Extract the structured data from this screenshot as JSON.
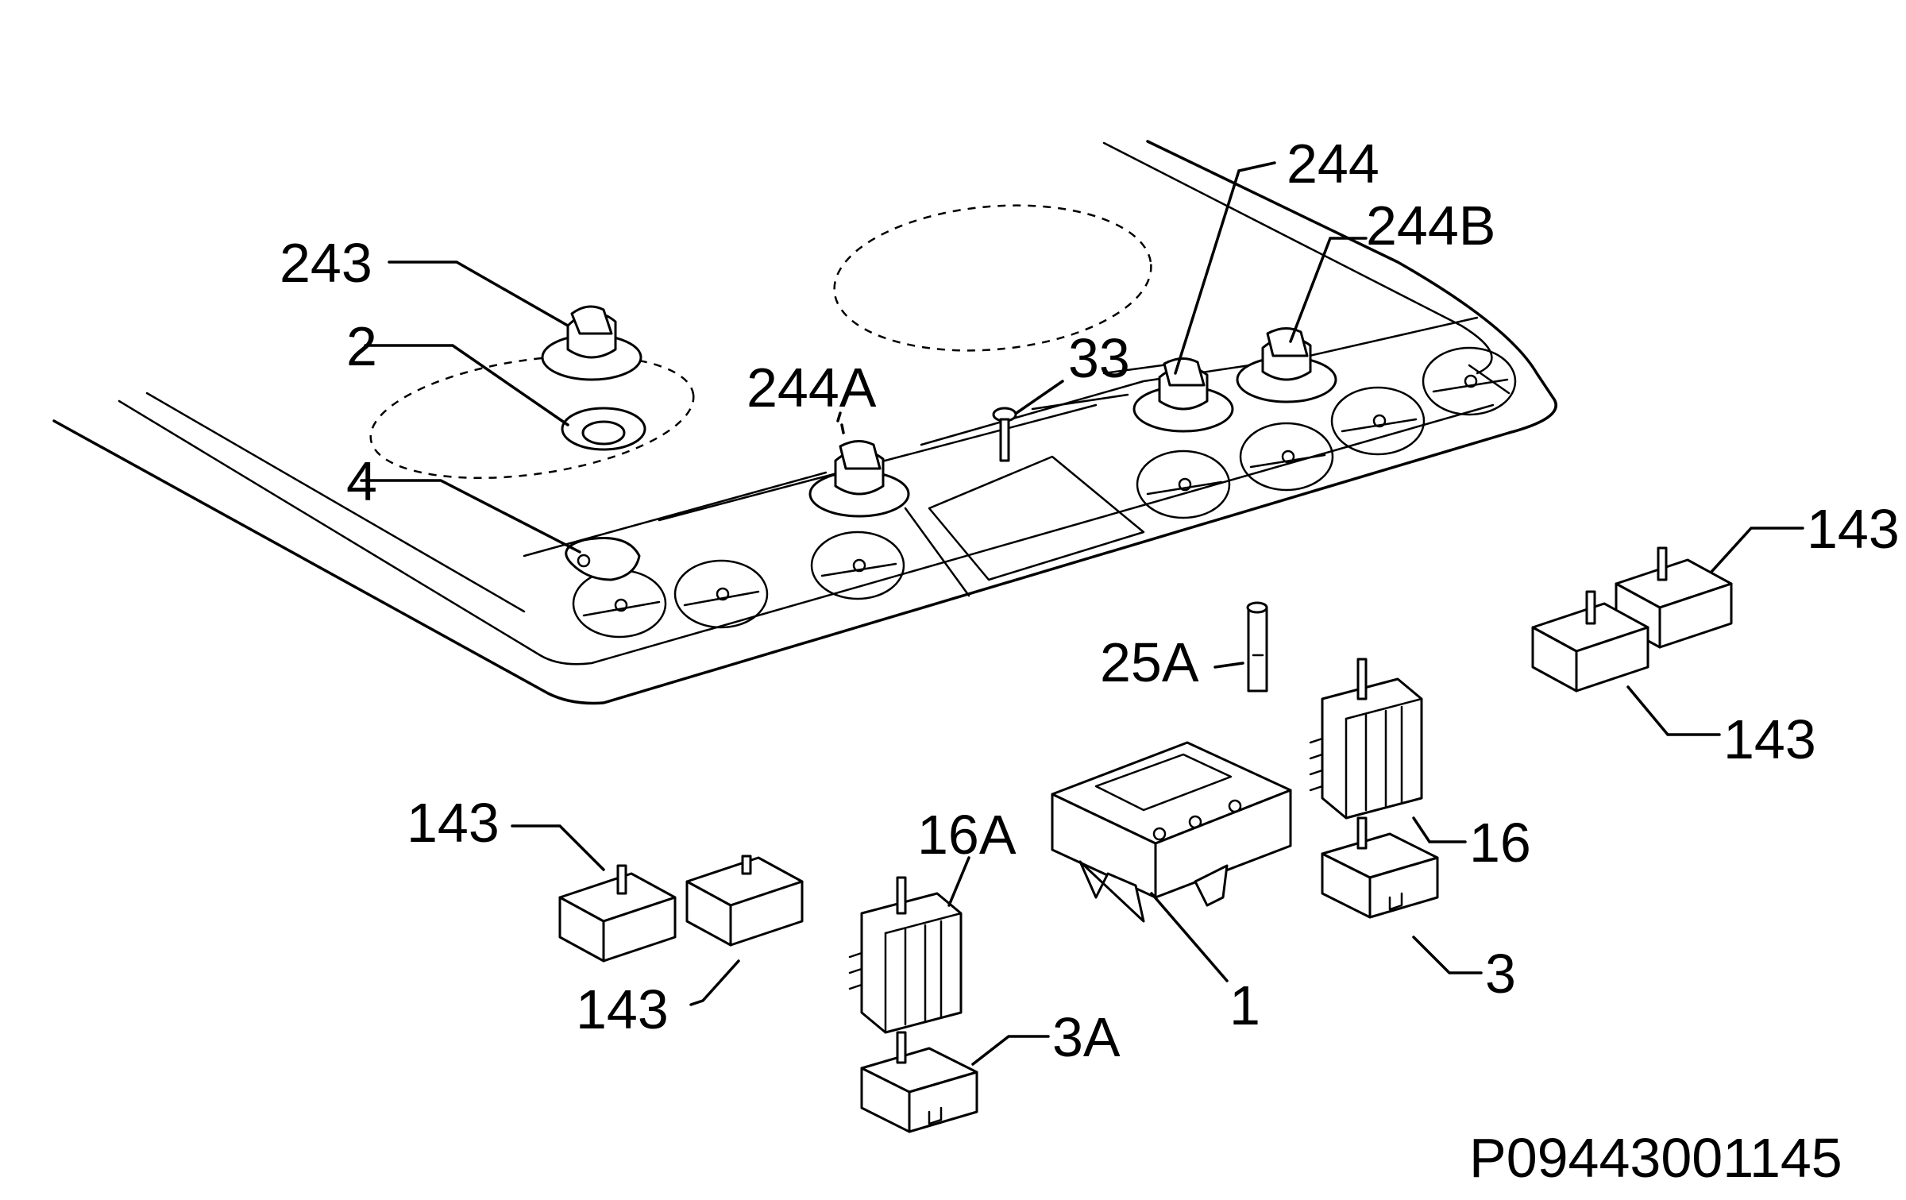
{
  "diagram": {
    "code": "P09443001145",
    "labels": {
      "l243": "243",
      "l2": "2",
      "l4": "4",
      "l244A": "244A",
      "l33": "33",
      "l244": "244",
      "l244B": "244B",
      "l25A": "25A",
      "l143_right_top": "143",
      "l143_right_bottom": "143",
      "l16": "16",
      "l3": "3",
      "l1": "1",
      "l16A": "16A",
      "l3A": "3A",
      "l143_left_top": "143",
      "l143_left_bottom": "143"
    }
  }
}
